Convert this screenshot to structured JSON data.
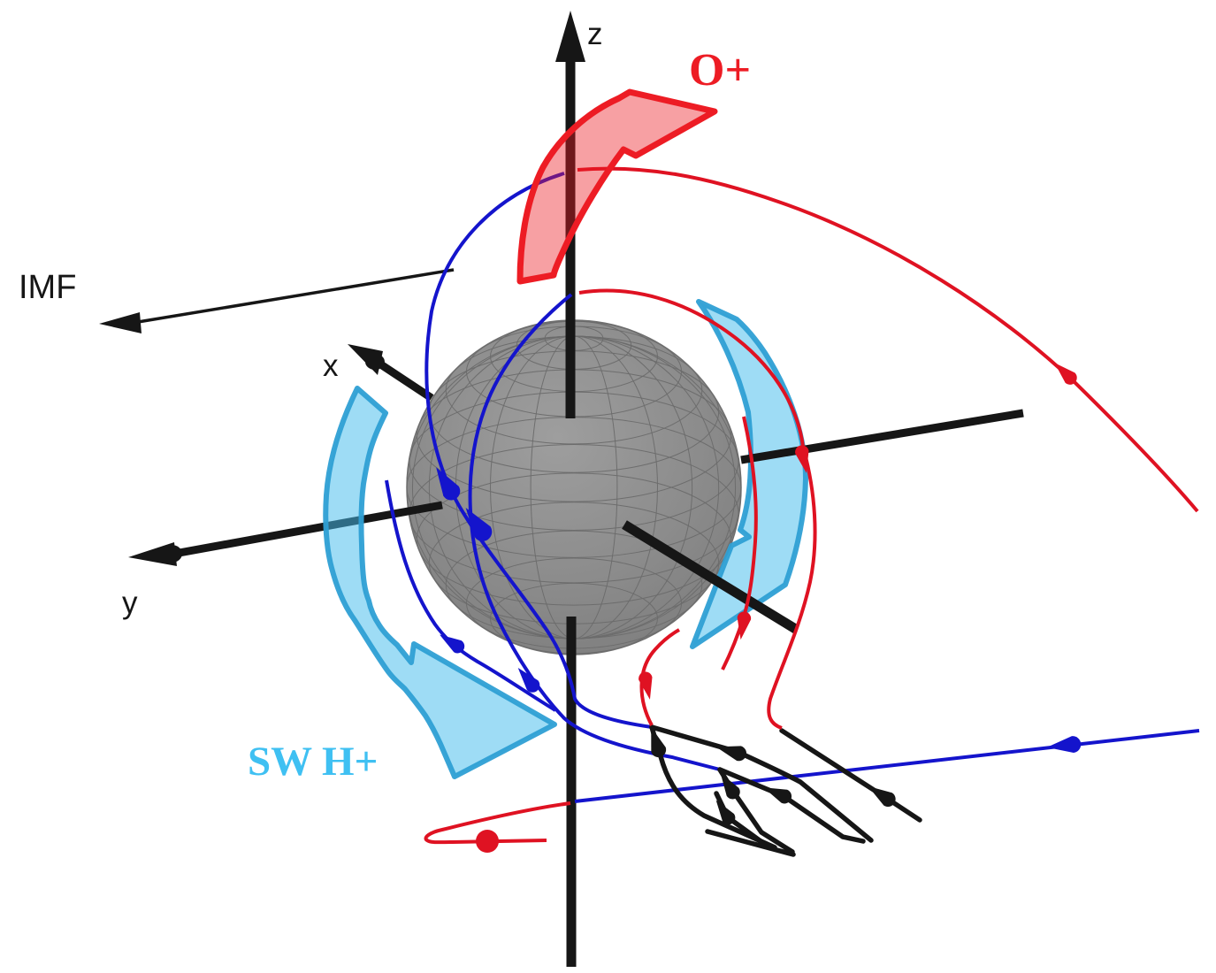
{
  "figure_type": "3d-planetary-ion-escape-diagram",
  "labels": {
    "z_axis": "z",
    "x_axis": "x",
    "y_axis": "y",
    "imf": "IMF",
    "oxygen_ions": "O+",
    "solar_wind_protons": "SW H+"
  },
  "colors": {
    "background": "#ffffff",
    "oxygen_red": "#ED1C24",
    "trajectory_red": "#DF1222",
    "trajectory_blue": "#1414CC",
    "solar_wind_label": "#3FC0F2",
    "flow_band_fill": "#45BCEC",
    "flow_band_stroke": "#2E9FD4",
    "axis_black": "#161616",
    "sphere_fill": "#8B8B8B",
    "sphere_grid": "#6B6B6B"
  }
}
